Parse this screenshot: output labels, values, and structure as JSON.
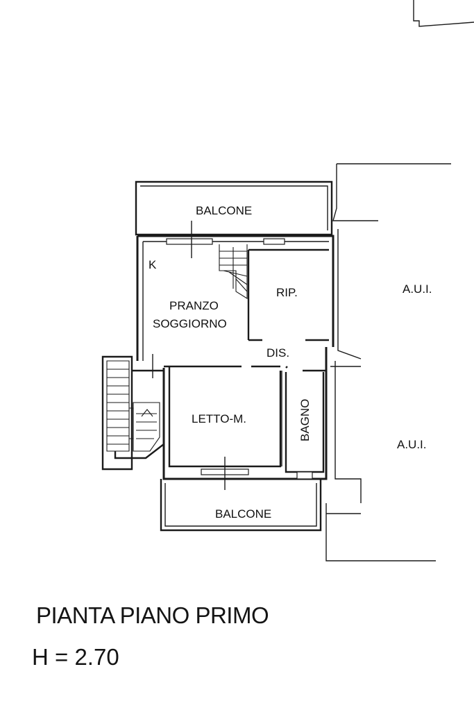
{
  "plan": {
    "rooms": {
      "balcone_top": "BALCONE",
      "kitchen": "K",
      "pranzo": "PRANZO",
      "soggiorno": "SOGGIORNO",
      "ripostiglio": "RIP.",
      "disimpegno": "DIS.",
      "letto": "LETTO-M.",
      "bagno": "BAGNO",
      "balcone_bottom": "BALCONE",
      "aui_top": "A.U.I.",
      "aui_bottom": "A.U.I."
    }
  },
  "caption": {
    "title": "PIANTA PIANO PRIMO",
    "height": "H = 2.70"
  }
}
